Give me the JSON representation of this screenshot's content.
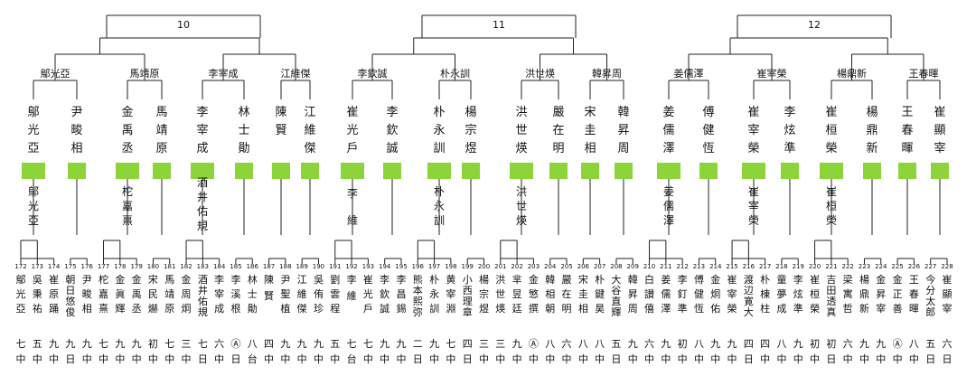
{
  "groups": [
    {
      "number": "10"
    },
    {
      "number": "11"
    },
    {
      "number": "12"
    }
  ],
  "semifinalists": [
    "鄔光亞",
    "馬靖原",
    "李宰成",
    "江維傑",
    "李欽誠",
    "朴永訓",
    "洪世煐",
    "韓昇周",
    "姜儒澤",
    "崔宰榮",
    "楊鼎新",
    "王春暉"
  ],
  "round2": [
    "鄔光亞",
    "尹畯相",
    "金禹丞",
    "馬靖原",
    "李宰成",
    "林士勛",
    "陳賢",
    "江維傑",
    "崔光戶",
    "李欽誠",
    "朴永訓",
    "楊宗煜",
    "洪世煐",
    "嚴在明",
    "宋圭相",
    "韓昇周",
    "姜儒澤",
    "傅健恆",
    "崔宰榮",
    "李炫準",
    "崔桓榮",
    "楊鼎新",
    "王春暉",
    "崔顯宰"
  ],
  "round1": [
    {
      "winner": "鄔光亞"
    },
    {
      "winner": "柁嘉熹"
    },
    {
      "winner": "酒井佑規"
    },
    {
      "winner": "李維"
    },
    {
      "winner": "朴永訓"
    },
    {
      "winner": "洪世煐"
    },
    {
      "winner": "姜儒澤"
    },
    {
      "winner": "崔宰榮"
    },
    {
      "winner": "崔桓榮"
    }
  ],
  "seats": [
    {
      "no": "172",
      "name": "鄔光亞",
      "grade": "七中"
    },
    {
      "no": "173",
      "name": "吳秉祐",
      "grade": "五中"
    },
    {
      "no": "174",
      "name": "崔原踊",
      "grade": "九中"
    },
    {
      "no": "175",
      "name": "朝日悠俊",
      "grade": "九日"
    },
    {
      "no": "176",
      "name": "尹畯相",
      "grade": "九中"
    },
    {
      "no": "177",
      "name": "柁嘉熹",
      "grade": "七中"
    },
    {
      "no": "178",
      "name": "金眞輝",
      "grade": "九中"
    },
    {
      "no": "179",
      "name": "金禹丞",
      "grade": "九中"
    },
    {
      "no": "180",
      "name": "宋民爀",
      "grade": "初中"
    },
    {
      "no": "181",
      "name": "馬靖原",
      "grade": "七中"
    },
    {
      "no": "182",
      "name": "金周炯",
      "grade": "三中"
    },
    {
      "no": "183",
      "name": "酒井佑規",
      "grade": "七日"
    },
    {
      "no": "184",
      "name": "李宰成",
      "grade": "六中"
    },
    {
      "no": "185",
      "name": "李溪根",
      "grade": "Ⓐ日"
    },
    {
      "no": "186",
      "name": "林士勛",
      "grade": "八台"
    },
    {
      "no": "187",
      "name": "陳賢",
      "grade": "四中"
    },
    {
      "no": "188",
      "name": "尹聖植",
      "grade": "九中"
    },
    {
      "no": "189",
      "name": "江維傑",
      "grade": "九中"
    },
    {
      "no": "190",
      "name": "吳侑珍",
      "grade": "九中"
    },
    {
      "no": "191",
      "name": "劉雲程",
      "grade": "五中"
    },
    {
      "no": "192",
      "name": "李維",
      "grade": "七台"
    },
    {
      "no": "193",
      "name": "崔光戶",
      "grade": "七中"
    },
    {
      "no": "194",
      "name": "李欽誠",
      "grade": "九中"
    },
    {
      "no": "195",
      "name": "李昌錫",
      "grade": "九中"
    },
    {
      "no": "196",
      "name": "熊本熙弥",
      "grade": "二日"
    },
    {
      "no": "197",
      "name": "朴永訓",
      "grade": "九中"
    },
    {
      "no": "198",
      "name": "黄宰淵",
      "grade": "七中"
    },
    {
      "no": "199",
      "name": "小西理章",
      "grade": "四日"
    },
    {
      "no": "200",
      "name": "楊宗煜",
      "grade": "三中"
    },
    {
      "no": "201",
      "name": "洪世煐",
      "grade": "三中"
    },
    {
      "no": "202",
      "name": "芈昱廷",
      "grade": "九中"
    },
    {
      "no": "203",
      "name": "金慜撰",
      "grade": "Ⓐ中"
    },
    {
      "no": "204",
      "name": "韓相朝",
      "grade": "八中"
    },
    {
      "no": "205",
      "name": "嚴在明",
      "grade": "六中"
    },
    {
      "no": "206",
      "name": "宋圭相",
      "grade": "八中"
    },
    {
      "no": "207",
      "name": "朴鍵昊",
      "grade": "八中"
    },
    {
      "no": "208",
      "name": "大谷直輝",
      "grade": "五日"
    },
    {
      "no": "209",
      "name": "韓昇周",
      "grade": "九中"
    },
    {
      "no": "210",
      "name": "白讃僖",
      "grade": "六中"
    },
    {
      "no": "211",
      "name": "姜儒澤",
      "grade": "九中"
    },
    {
      "no": "212",
      "name": "李釘準",
      "grade": "初中"
    },
    {
      "no": "213",
      "name": "傅健恆",
      "grade": "八中"
    },
    {
      "no": "214",
      "name": "金炯佑",
      "grade": "九中"
    },
    {
      "no": "215",
      "name": "崔宰榮",
      "grade": "九中"
    },
    {
      "no": "216",
      "name": "渡辺寛大",
      "grade": "四日"
    },
    {
      "no": "217",
      "name": "朴棟柱",
      "grade": "四中"
    },
    {
      "no": "218",
      "name": "童夢成",
      "grade": "八中"
    },
    {
      "no": "219",
      "name": "李炫準",
      "grade": "九中"
    },
    {
      "no": "220",
      "name": "崔桓榮",
      "grade": "初中"
    },
    {
      "no": "221",
      "name": "吉田透真",
      "grade": "初日"
    },
    {
      "no": "222",
      "name": "梁寓哲",
      "grade": "六中"
    },
    {
      "no": "223",
      "name": "楊鼎新",
      "grade": "九中"
    },
    {
      "no": "224",
      "name": "金昇宰",
      "grade": "九中"
    },
    {
      "no": "225",
      "name": "金正善",
      "grade": "Ⓐ中"
    },
    {
      "no": "226",
      "name": "王春暉",
      "grade": "八中"
    },
    {
      "no": "227",
      "name": "今分太郎",
      "grade": "五日"
    },
    {
      "no": "228",
      "name": "崔顯宰",
      "grade": "六日"
    }
  ],
  "colors": {
    "bar": "#8cd43a",
    "line": "#222222"
  }
}
